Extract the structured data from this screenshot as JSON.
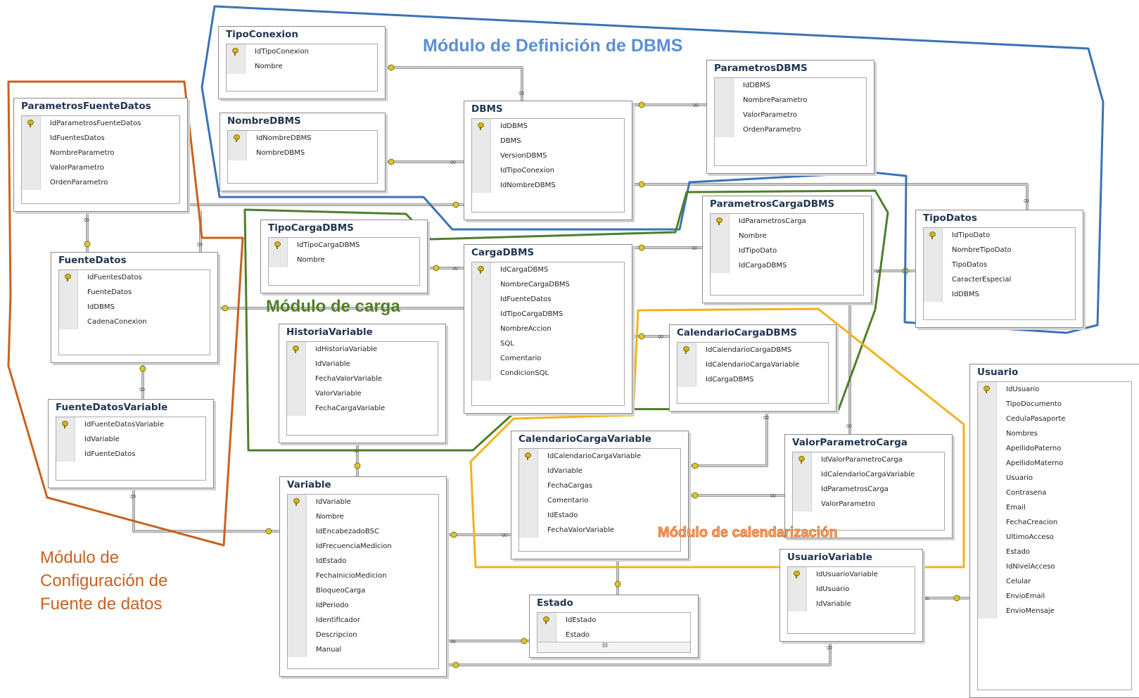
{
  "modules": {
    "dbms": "Módulo de Definición de DBMS",
    "carga": "Módulo de carga",
    "calendarizacion": "Módulo de calendarización",
    "fuente": [
      "Módulo de",
      "Configuración de",
      "Fuente de datos"
    ]
  },
  "colors": {
    "dbms": "#3a73b5",
    "carga": "#4f7f2a",
    "calendarizacion": "#f2b21c",
    "fuente": "#c8621f",
    "title": "#1f3550",
    "key": "#d7b418"
  },
  "icons": {
    "primary_key": "key-icon",
    "one_end": "key-connector-icon",
    "many_end": "infinity-connector-icon"
  },
  "tables": {
    "TipoConexion": {
      "title": "TipoConexion",
      "columns": [
        {
          "name": "IdTipoConexion",
          "key": true
        },
        {
          "name": "Nombre",
          "key": false
        }
      ]
    },
    "NombreDBMS": {
      "title": "NombreDBMS",
      "columns": [
        {
          "name": "IdNombreDBMS",
          "key": true
        },
        {
          "name": "NombreDBMS",
          "key": false
        }
      ]
    },
    "DBMS": {
      "title": "DBMS",
      "columns": [
        {
          "name": "IdDBMS",
          "key": true
        },
        {
          "name": "DBMS",
          "key": false
        },
        {
          "name": "VersionDBMS",
          "key": false
        },
        {
          "name": "IdTipoConexion",
          "key": false
        },
        {
          "name": "IdNombreDBMS",
          "key": false
        }
      ]
    },
    "ParametrosDBMS": {
      "title": "ParametrosDBMS",
      "columns": [
        {
          "name": "IdDBMS",
          "key": false
        },
        {
          "name": "NombreParametro",
          "key": false
        },
        {
          "name": "ValorParametro",
          "key": false
        },
        {
          "name": "OrdenParametro",
          "key": false
        }
      ]
    },
    "ParametrosFuenteDatos": {
      "title": "ParametrosFuenteDatos",
      "columns": [
        {
          "name": "IdParametrosFuenteDatos",
          "key": true
        },
        {
          "name": "IdFuentesDatos",
          "key": false
        },
        {
          "name": "NombreParametro",
          "key": false
        },
        {
          "name": "ValorParametro",
          "key": false
        },
        {
          "name": "OrdenParametro",
          "key": false
        }
      ]
    },
    "FuenteDatos": {
      "title": "FuenteDatos",
      "columns": [
        {
          "name": "IdFuentesDatos",
          "key": true
        },
        {
          "name": "FuenteDatos",
          "key": false
        },
        {
          "name": "IdDBMS",
          "key": false
        },
        {
          "name": "CadenaConexion",
          "key": false
        }
      ]
    },
    "FuenteDatosVariable": {
      "title": "FuenteDatosVariable",
      "columns": [
        {
          "name": "IdFuenteDatosVariable",
          "key": true
        },
        {
          "name": "IdVariable",
          "key": false
        },
        {
          "name": "IdFuenteDatos",
          "key": false
        }
      ]
    },
    "TipoCargaDBMS": {
      "title": "TipoCargaDBMS",
      "columns": [
        {
          "name": "IdTipoCargaDBMS",
          "key": true
        },
        {
          "name": "Nombre",
          "key": false
        }
      ]
    },
    "CargaDBMS": {
      "title": "CargaDBMS",
      "columns": [
        {
          "name": "IdCargaDBMS",
          "key": true
        },
        {
          "name": "NombreCargaDBMS",
          "key": false
        },
        {
          "name": "IdFuenteDatos",
          "key": false
        },
        {
          "name": "IdTipoCargaDBMS",
          "key": false
        },
        {
          "name": "NombreAccion",
          "key": false
        },
        {
          "name": "SQL",
          "key": false
        },
        {
          "name": "Comentario",
          "key": false
        },
        {
          "name": "CondicionSQL",
          "key": false
        }
      ]
    },
    "HistoriaVariable": {
      "title": "HistoriaVariable",
      "columns": [
        {
          "name": "idHistoriaVariable",
          "key": true
        },
        {
          "name": "IdVariable",
          "key": false
        },
        {
          "name": "FechaValorVariable",
          "key": false
        },
        {
          "name": "ValorVariable",
          "key": false
        },
        {
          "name": "FechaCargaVariable",
          "key": false
        }
      ]
    },
    "ParametrosCargaDBMS": {
      "title": "ParametrosCargaDBMS",
      "columns": [
        {
          "name": "IdParametrosCarga",
          "key": true
        },
        {
          "name": "Nombre",
          "key": false
        },
        {
          "name": "IdTipoDato",
          "key": false
        },
        {
          "name": "IdCargaDBMS",
          "key": false
        }
      ]
    },
    "TipoDatos": {
      "title": "TipoDatos",
      "columns": [
        {
          "name": "IdTipoDato",
          "key": true
        },
        {
          "name": "NombreTipoDato",
          "key": false
        },
        {
          "name": "TipoDatos",
          "key": false
        },
        {
          "name": "CaracterEspecial",
          "key": false
        },
        {
          "name": "IdDBMS",
          "key": false
        }
      ]
    },
    "CalendarioCargaDBMS": {
      "title": "CalendarioCargaDBMS",
      "columns": [
        {
          "name": "IdCalendarioCargaDBMS",
          "key": true
        },
        {
          "name": "IdCalendarioCargaVariable",
          "key": false
        },
        {
          "name": "IdCargaDBMS",
          "key": false
        }
      ]
    },
    "CalendarioCargaVariable": {
      "title": "CalendarioCargaVariable",
      "columns": [
        {
          "name": "IdCalendarioCargaVariable",
          "key": true
        },
        {
          "name": "IdVariable",
          "key": false
        },
        {
          "name": "FechaCargas",
          "key": false
        },
        {
          "name": "Comentario",
          "key": false
        },
        {
          "name": "IdEstado",
          "key": false
        },
        {
          "name": "FechaValorVariable",
          "key": false
        }
      ]
    },
    "ValorParametroCarga": {
      "title": "ValorParametroCarga",
      "columns": [
        {
          "name": "IdValorParametroCarga",
          "key": true
        },
        {
          "name": "IdCalendarioCargaVariable",
          "key": false
        },
        {
          "name": "IdParametrosCarga",
          "key": false
        },
        {
          "name": "ValorParametro",
          "key": false
        }
      ]
    },
    "Variable": {
      "title": "Variable",
      "columns": [
        {
          "name": "IdVariable",
          "key": true
        },
        {
          "name": "Nombre",
          "key": false
        },
        {
          "name": "IdEncabezadoBSC",
          "key": false
        },
        {
          "name": "IdFrecuenciaMedicion",
          "key": false
        },
        {
          "name": "IdEstado",
          "key": false
        },
        {
          "name": "FechaInicioMedicion",
          "key": false
        },
        {
          "name": "BloqueoCarga",
          "key": false
        },
        {
          "name": "IdPeriodo",
          "key": false
        },
        {
          "name": "Identificador",
          "key": false
        },
        {
          "name": "Descripcion",
          "key": false
        },
        {
          "name": "Manual",
          "key": false
        }
      ]
    },
    "Estado": {
      "title": "Estado",
      "columns": [
        {
          "name": "IdEstado",
          "key": true
        },
        {
          "name": "Estado",
          "key": false
        }
      ],
      "scrollbar": "III"
    },
    "UsuarioVariable": {
      "title": "UsuarioVariable",
      "columns": [
        {
          "name": "IdUsuarioVariable",
          "key": true
        },
        {
          "name": "IdUsuario",
          "key": false
        },
        {
          "name": "IdVariable",
          "key": false
        }
      ]
    },
    "Usuario": {
      "title": "Usuario",
      "columns": [
        {
          "name": "IdUsuario",
          "key": true
        },
        {
          "name": "TipoDocumento",
          "key": false
        },
        {
          "name": "CedulaPasaporte",
          "key": false
        },
        {
          "name": "Nombres",
          "key": false
        },
        {
          "name": "ApellidoPaterno",
          "key": false
        },
        {
          "name": "ApellidoMaterno",
          "key": false
        },
        {
          "name": "Usuario",
          "key": false
        },
        {
          "name": "Contrasena",
          "key": false
        },
        {
          "name": "Email",
          "key": false
        },
        {
          "name": "FechaCreacion",
          "key": false
        },
        {
          "name": "UltimoAcceso",
          "key": false
        },
        {
          "name": "Estado",
          "key": false
        },
        {
          "name": "IdNivelAcceso",
          "key": false
        },
        {
          "name": "Celular",
          "key": false
        },
        {
          "name": "EnvioEmail",
          "key": false
        },
        {
          "name": "EnvioMensaje",
          "key": false
        }
      ]
    }
  }
}
